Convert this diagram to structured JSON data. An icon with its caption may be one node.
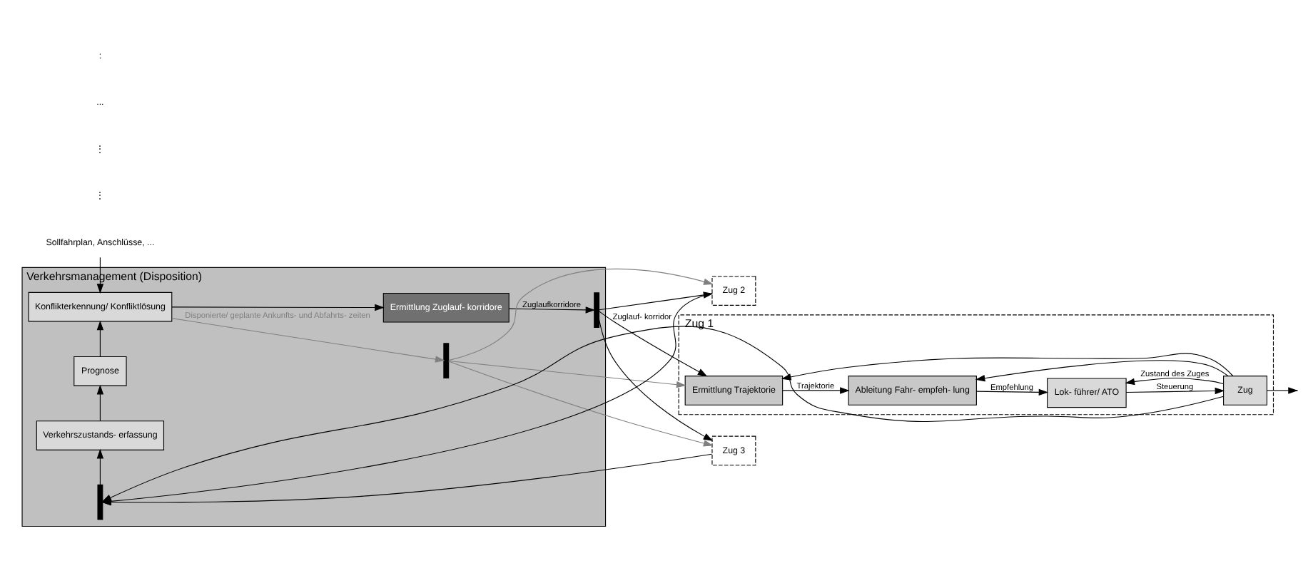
{
  "diagram": {
    "nodes": [
      {
        "text": [
          "Verkehrsmanagement (Disposition)"
        ]
      },
      {
        "text": [
          "Konflikterkennung/ Konfliktlösung"
        ],
        "in": 0
      },
      {
        "text": [
          "Prognose"
        ],
        "in": 0
      },
      {
        "text": [
          "Verkehrszustands- erfassung"
        ],
        "in": 0
      },
      {
        "text": [
          "Ermittlung Zuglauf- korridore"
        ],
        "in": 0
      },
      {
        "text": [],
        "shape": "bar",
        "in": 0
      },
      {
        "text": [],
        "shape": "bar",
        "in": 0
      },
      {
        "text": [],
        "shape": "bar",
        "in": 0
      },
      {
        "text": [
          "Zug 1"
        ]
      },
      {
        "text": [
          "Ermittlung Trajektorie"
        ],
        "in": 8
      },
      {
        "text": [
          "Ableitung Fahr- empfeh- lung"
        ],
        "in": 8
      },
      {
        "text": [
          "Lok- führer/ ATO"
        ],
        "in": 8
      },
      {
        "text": [
          "Zug"
        ],
        "in": 8
      },
      {
        "text": [
          "Zug 2"
        ]
      },
      {
        "text": [
          "Zug 3"
        ]
      },
      {
        "text": [
          "Sollfahrplan, Anschlüsse, ..."
        ]
      }
    ],
    "edges": [
      {
        "from": 15,
        "to": 1,
        "arrow": "to"
      },
      {
        "from": 1,
        "to": 6,
        "arrow": "to",
        "color": "#808080",
        "label": "Disponierte/ geplante Ankunfts- und Abfahrts- zeiten"
      },
      {
        "from": 1,
        "to": 4,
        "arrow": "to"
      },
      {
        "from": 2,
        "to": 1,
        "arrow": "to"
      },
      {
        "from": 3,
        "to": 2,
        "arrow": "to"
      },
      {
        "from": 5,
        "to": 3,
        "arrow": "to"
      },
      {
        "from": 4,
        "to": 7,
        "arrow": "to",
        "label": "Zuglaufkorridore"
      },
      {
        "from": 6,
        "to": 9,
        "arrow": "to",
        "color": "#808080"
      },
      {
        "from": 6,
        "to": 13,
        "arrow": "to",
        "color": "#808080"
      },
      {
        "from": 6,
        "to": 14,
        "arrow": "to",
        "color": "#808080"
      },
      {
        "from": 7,
        "to": 9,
        "arrow": "to",
        "label": "Zuglauf- korridor"
      },
      {
        "from": 7,
        "to": 13,
        "arrow": "to"
      },
      {
        "from": 7,
        "to": 14,
        "arrow": "to"
      },
      {
        "from": 9,
        "to": 10,
        "arrow": "to",
        "label": "Trajektorie"
      },
      {
        "from": 10,
        "to": 11,
        "arrow": "to",
        "label": "Empfehlung"
      },
      {
        "from": 11,
        "to": 12,
        "arrow": "to",
        "label": "Steuerung"
      },
      {
        "from": 12,
        "to": 11,
        "arrow": "to",
        "label": "Zustand des Zuges"
      },
      {
        "from": 12,
        "to": 10,
        "arrow": "to"
      },
      {
        "from": 12,
        "to": 9,
        "arrow": "to"
      },
      {
        "from": 12,
        "to": 5,
        "arrow": "to"
      },
      {
        "from": 13,
        "to": 5,
        "arrow": "to"
      },
      {
        "from": 14,
        "to": 5,
        "arrow": "to"
      },
      {
        "from": 12,
        "to": null,
        "arrow": "to"
      }
    ],
    "labels": [
      "⋮",
      "⋮",
      "...",
      ":"
    ]
  }
}
